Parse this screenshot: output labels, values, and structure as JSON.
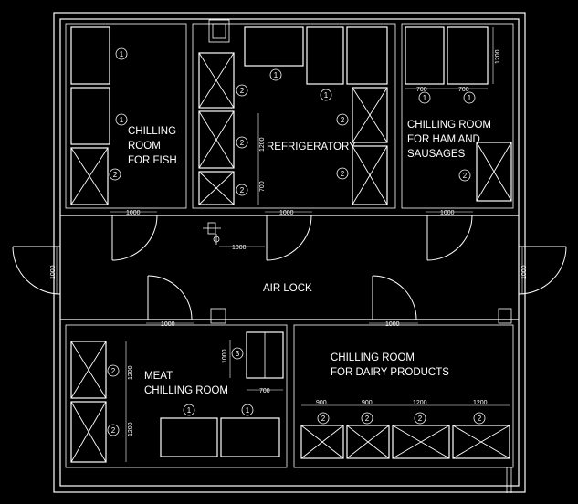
{
  "rooms": {
    "fish": [
      "CHILLING",
      "ROOM",
      "FOR FISH"
    ],
    "refrigeratory": "REFRIGERATORY",
    "ham": [
      "CHILLING ROOM",
      "FOR HAM AND",
      "SAUSAGES"
    ],
    "airlock": "AIR LOCK",
    "meat": [
      "MEAT",
      "CHILLING ROOM"
    ],
    "dairy": [
      "CHILLING ROOM",
      "FOR DAIRY PRODUCTS"
    ]
  },
  "dimensions": {
    "door_1000": "1000",
    "shelf_700": "700",
    "shelf_900": "900",
    "shelf_1200": "1200"
  },
  "markers": {
    "one": "1",
    "two": "2",
    "three": "3"
  }
}
